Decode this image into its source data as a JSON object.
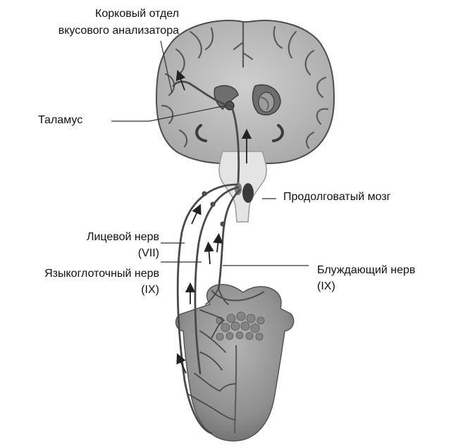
{
  "labels": {
    "cortex_line1": "Корковый отдел",
    "cortex_line2": "вкусового анализатора",
    "thalamus": "Таламус",
    "medulla": "Продолговатый мозг",
    "facial_nerve": "Лицевой нерв",
    "facial_nerve_num": "(VII)",
    "glosso_nerve": "Языкоглоточный нерв",
    "glosso_nerve_num": "(IX)",
    "vagus_nerve": "Блуждающий нерв",
    "vagus_nerve_num": "(IX)"
  },
  "colors": {
    "brain_fill": "#bdbdbd",
    "brain_dark": "#6e6e6e",
    "brainstem_fill": "#e3e3e3",
    "tongue_fill": "#9a9a9a",
    "tongue_dark": "#6a6a6a",
    "nerve_stroke": "#4a4a4a",
    "label_text": "#111111"
  }
}
